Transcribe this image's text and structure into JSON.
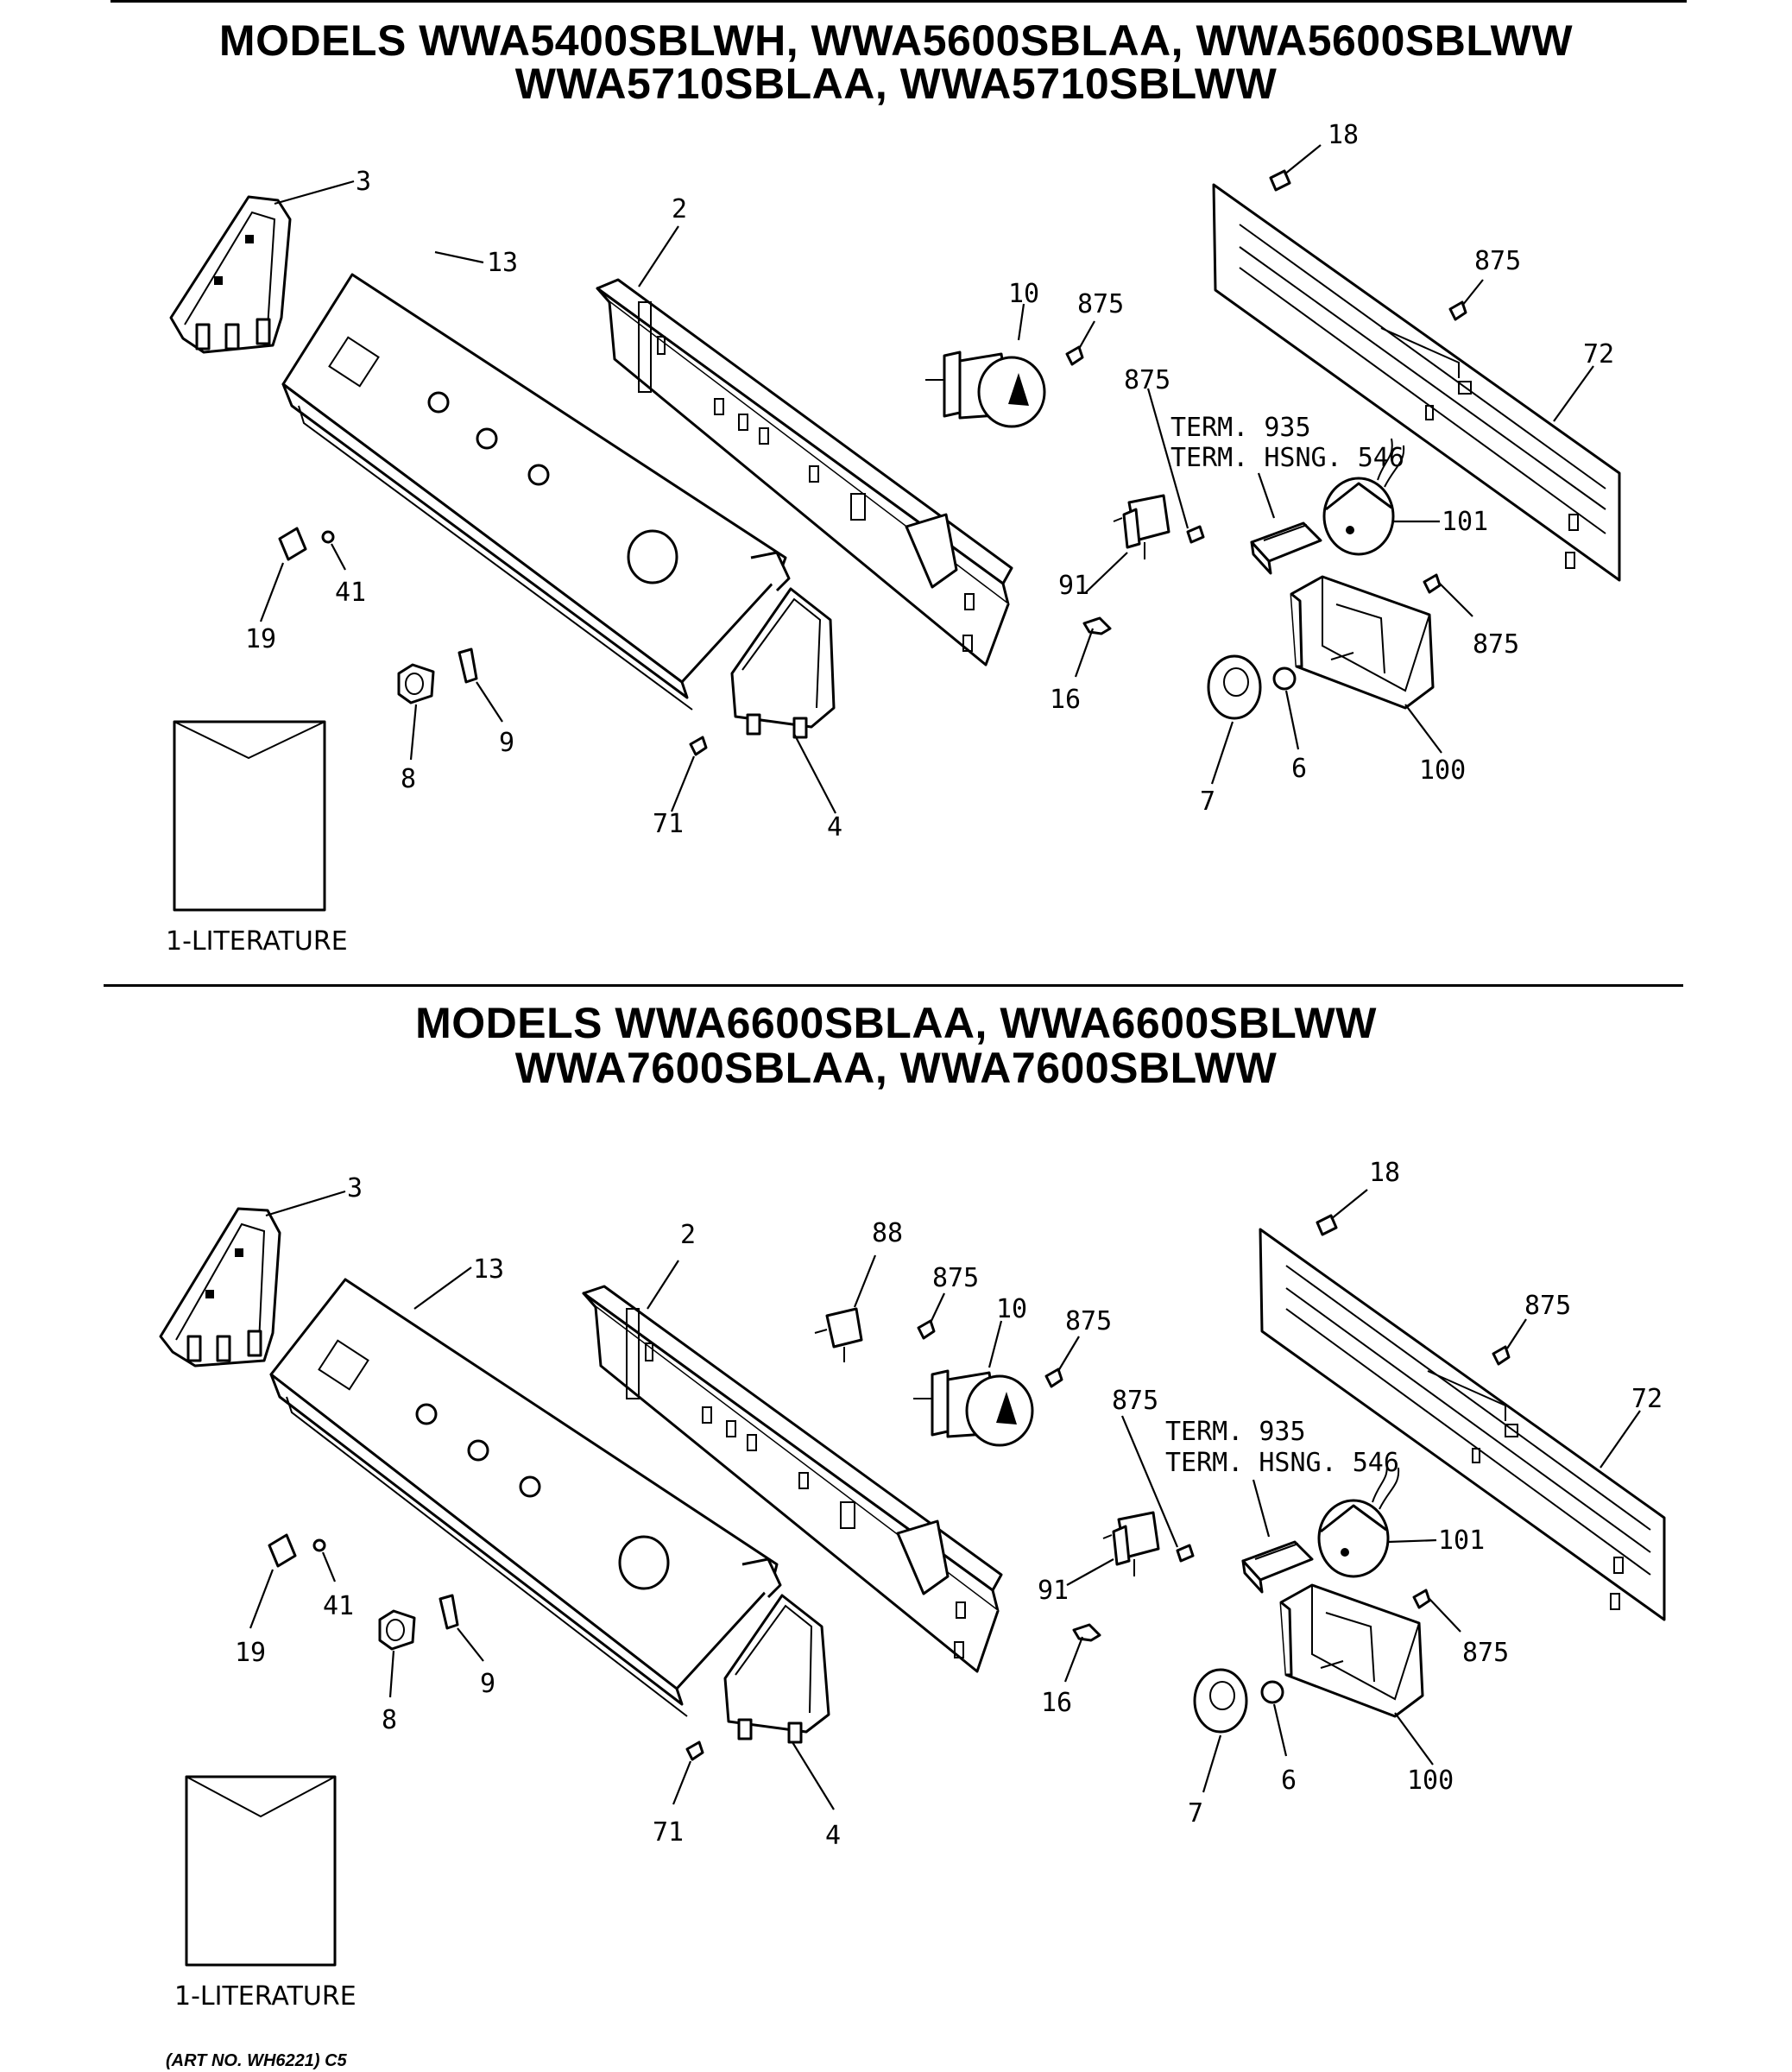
{
  "sections": [
    {
      "title_line1": "MODELS WWA5400SBLWH, WWA5600SBLAA, WWA5600SBLWW",
      "title_line2": "WWA5710SBLAA, WWA5710SBLWW",
      "callouts": {
        "p3": "3",
        "p13": "13",
        "p2": "2",
        "p10": "10",
        "p875a": "875",
        "p18": "18",
        "p875b": "875",
        "p72": "72",
        "p875c": "875",
        "term": "TERM. 935",
        "termhsng": "TERM. HSNG. 546",
        "p101": "101",
        "p91": "91",
        "p875d": "875",
        "p16": "16",
        "p100": "100",
        "p6": "6",
        "p7": "7",
        "p19": "19",
        "p41": "41",
        "p8": "8",
        "p9": "9",
        "p71": "71",
        "p4": "4"
      },
      "literature_label": "1-LITERATURE"
    },
    {
      "title_line1": "MODELS WWA6600SBLAA, WWA6600SBLWW",
      "title_line2": "WWA7600SBLAA, WWA7600SBLWW",
      "callouts": {
        "p3": "3",
        "p13": "13",
        "p2": "2",
        "p88": "88",
        "p875a": "875",
        "p10": "10",
        "p875b": "875",
        "p18": "18",
        "p875c": "875",
        "p72": "72",
        "p875e": "875",
        "term": "TERM. 935",
        "termhsng": "TERM. HSNG. 546",
        "p101": "101",
        "p91": "91",
        "p875d": "875",
        "p16": "16",
        "p100": "100",
        "p6": "6",
        "p7": "7",
        "p19": "19",
        "p41": "41",
        "p8": "8",
        "p9": "9",
        "p71": "71",
        "p4": "4"
      },
      "literature_label": "1-LITERATURE"
    }
  ],
  "art_number": "(ART NO. WH6221) C5"
}
